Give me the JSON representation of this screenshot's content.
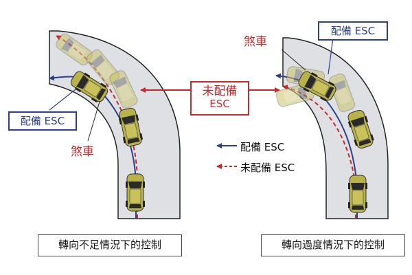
{
  "left_panel": {
    "esc_box_label": "配備 ESC",
    "brake_label": "煞車",
    "caption": "轉向不足情況下的控制"
  },
  "right_panel": {
    "esc_box_label": "配備 ESC",
    "brake_label": "煞車",
    "caption": "轉向過度情況下的控制"
  },
  "center": {
    "no_esc_box": {
      "line1": "未配備",
      "line2": "ESC"
    }
  },
  "legend": [
    {
      "label": "配備 ESC",
      "line_style": "solid",
      "color": "#2b3f8c"
    },
    {
      "label": "未配備 ESC",
      "line_style": "dashed",
      "color": "#c8282a"
    }
  ],
  "colors": {
    "road": "#dfe0e3",
    "car_body": "#b9b24a",
    "esc_blue": "#2b3f8c",
    "no_esc_red": "#c8282a"
  }
}
